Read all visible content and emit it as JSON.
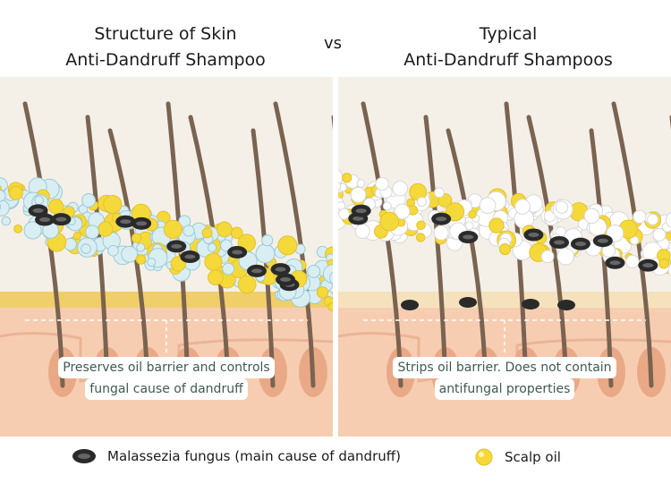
{
  "titles": {
    "left": [
      "Structure of Skin",
      "Anti-Dandruff Shampoo"
    ],
    "vs": "vs",
    "right": [
      "Typical",
      "Anti-Dandruff Shampoos"
    ]
  },
  "captions": {
    "left": [
      "Preserves oil barrier and controls",
      "fungal cause of dandruff"
    ],
    "right": [
      "Strips oil barrier. Does not contain",
      "antifungal properties"
    ]
  },
  "legend": {
    "fungus": "Malassezia fungus (main cause of dandruff)",
    "oil": "Scalp oil"
  },
  "colors": {
    "fungus": "#2a2a2a",
    "oil": "#f5d93a",
    "skin": "#f7cdb2",
    "oil_layer": "#f0cf6a",
    "hair": "#7a6350"
  }
}
